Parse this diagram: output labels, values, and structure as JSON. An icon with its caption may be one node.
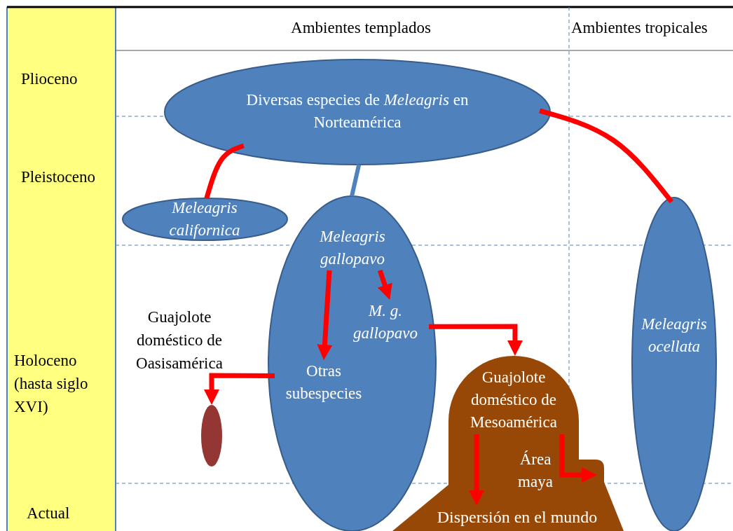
{
  "diagram": {
    "nodes": [
      {
        "text": [
          "Diversas especies de *Meleagris* en Norteamérica"
        ]
      },
      {
        "text": [
          "Meleagris californica"
        ]
      },
      {
        "text": [],
        "shape": "ellipse"
      },
      {
        "text": [
          "Meleagris gallopavo"
        ],
        "in": 2
      },
      {
        "text": [
          "M. g. gallopavo"
        ],
        "in": 2
      },
      {
        "text": [
          "Otras subespecies"
        ],
        "in": 2
      },
      {
        "text": [],
        "shape": "ellipse",
        "beside": [
          "Guajolote doméstico de Oasisamérica"
        ]
      },
      {
        "text": [
          "Meleagris ocellata"
        ]
      },
      {
        "text": [
          "Área maya"
        ]
      },
      {
        "text": [
          "Guajolote doméstico de Mesoamérica"
        ],
        "in": 8
      },
      {
        "text": [
          "Dispersión en el mundo"
        ],
        "in": 8
      }
    ],
    "edges": [
      {
        "from": 0,
        "to": 1,
        "arrow": "none"
      },
      {
        "from": 0,
        "to": 2,
        "arrow": "none",
        "color": "#4f81bd"
      },
      {
        "from": 0,
        "to": 7,
        "arrow": "none"
      },
      {
        "from": 3,
        "to": 5,
        "arrow": "to"
      },
      {
        "from": 3,
        "to": 4,
        "arrow": "to"
      },
      {
        "from": 5,
        "to": 6,
        "arrow": "to"
      },
      {
        "from": 4,
        "to": 8,
        "arrow": "to"
      },
      {
        "from": 9,
        "to": 10,
        "arrow": "to"
      },
      {
        "from": 9,
        "to": null,
        "arrow": "to"
      }
    ],
    "labels": [
      "Ambientes templados",
      "Ambientes tropicales",
      "Plioceno",
      "Pleistoceno",
      "Holoceno (hasta siglo XVI)",
      "Actual"
    ]
  }
}
